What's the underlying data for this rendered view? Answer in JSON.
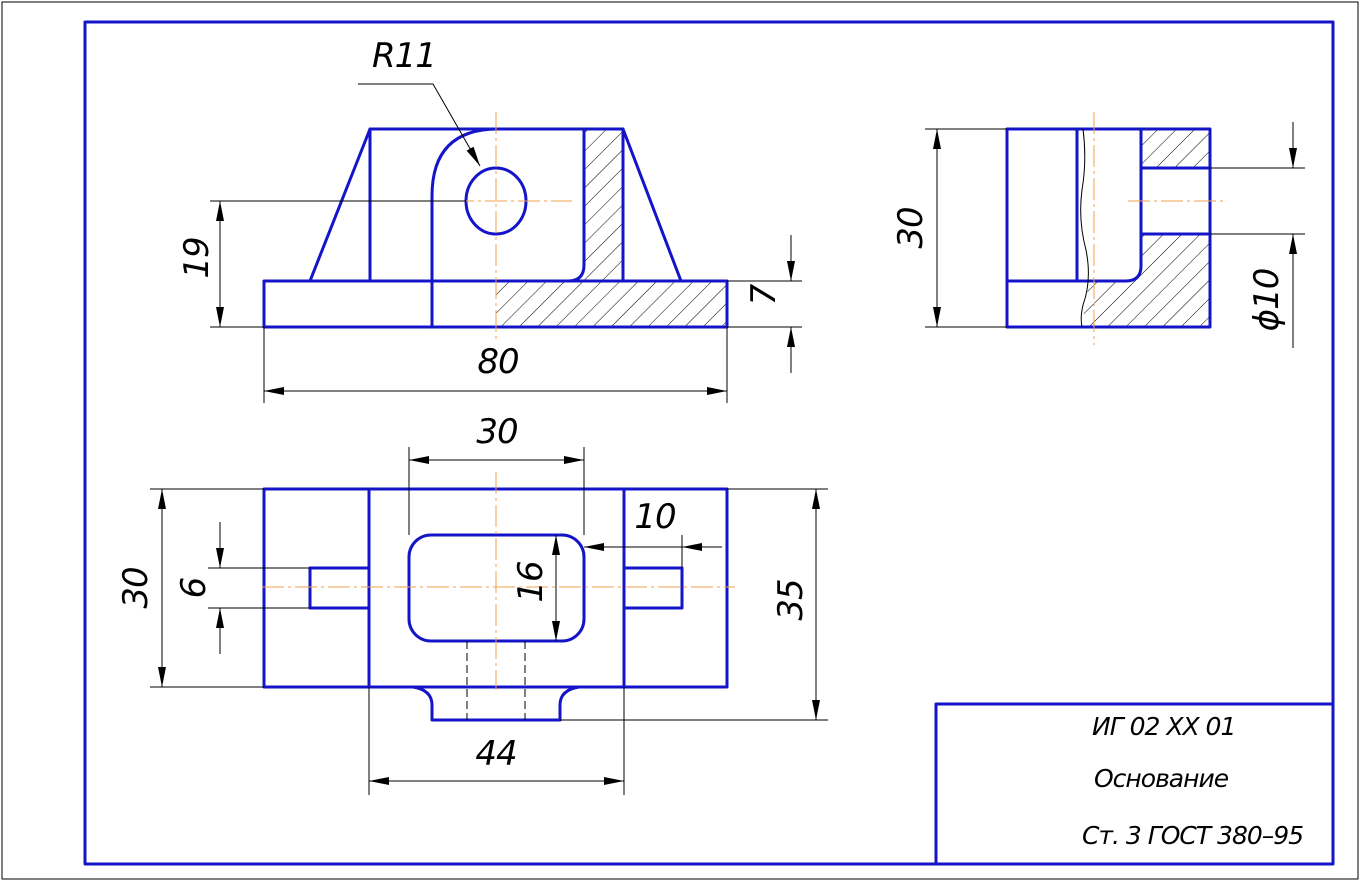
{
  "dimensions": {
    "radius_r11": "R11",
    "height_19": "19",
    "length_80": "80",
    "base_thickness_7": "7",
    "side_height_30": "30",
    "hole_diameter": "ϕ10",
    "slot_width_30": "30",
    "top_depth_30": "30",
    "slot_gap_6": "6",
    "slot_height_16": "16",
    "slot_offset_10": "10",
    "overall_depth_35": "35",
    "boss_width_44": "44"
  },
  "title_block": {
    "designation": "ИГ 02 ХХ 01",
    "part_name": "Основание",
    "material": "Ст. 3 ГОСТ 380–95"
  },
  "colors": {
    "object_line": "#1414c8",
    "axis_line": "#f0a050",
    "dimension_line": "#000000"
  }
}
